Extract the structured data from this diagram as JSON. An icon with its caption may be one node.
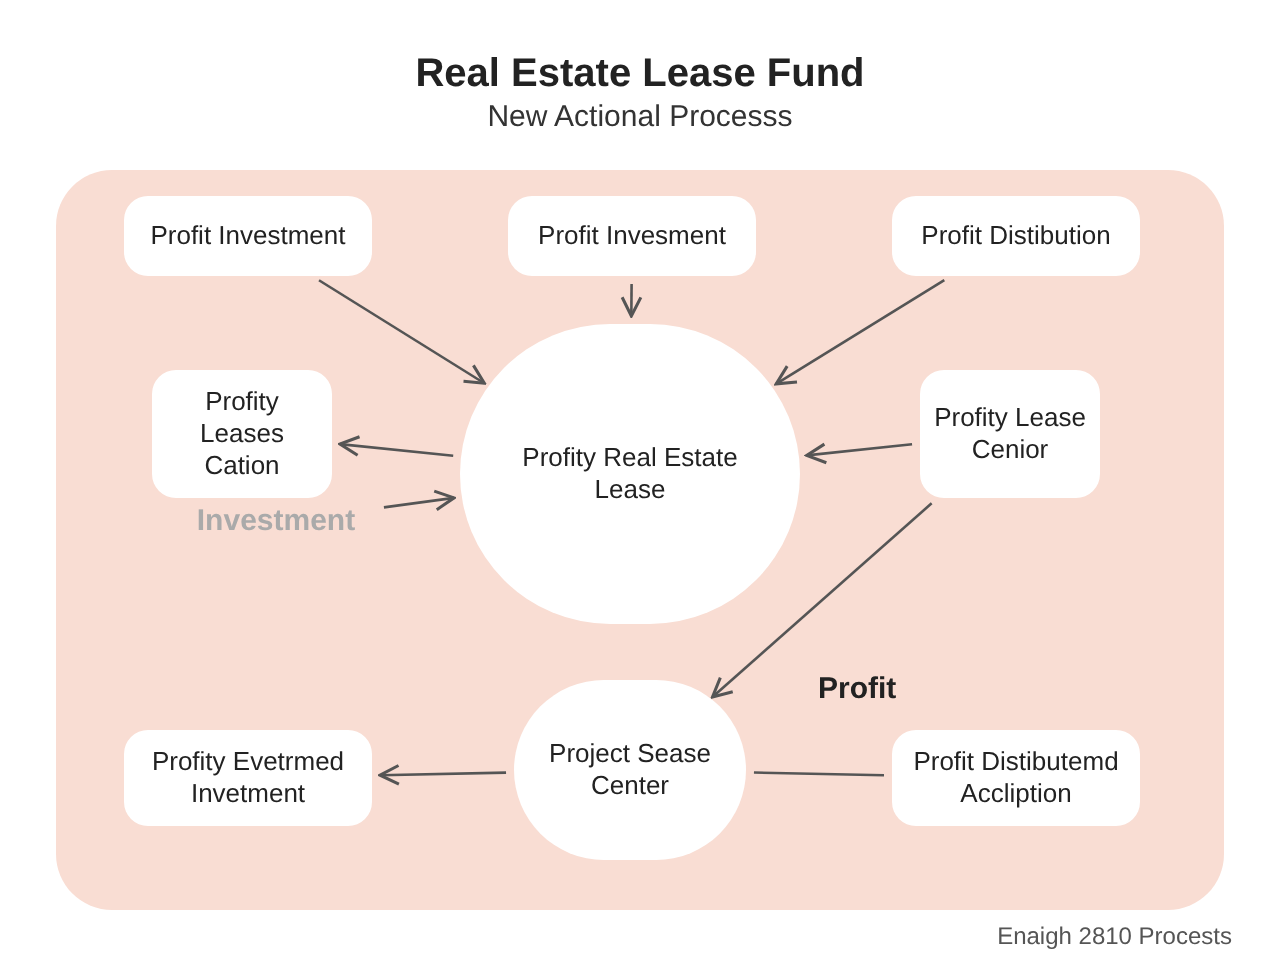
{
  "diagram": {
    "title": "Real Estate Lease Fund",
    "nodes": [
      {
        "text": [],
        "shape": "box"
      },
      {
        "text": [
          "Profit Investment"
        ],
        "in": 0
      },
      {
        "text": [
          "Profit Invesment"
        ],
        "in": 0
      },
      {
        "text": [
          "Profit Distibution"
        ],
        "in": 0
      },
      {
        "text": [
          "Profity Leases Cation"
        ],
        "in": 0
      },
      {
        "text": [
          "Profity Real Estate Lease"
        ],
        "in": 0
      },
      {
        "text": [
          "Profity Lease Cenior"
        ],
        "in": 0
      },
      {
        "text": [
          "Investment"
        ],
        "in": 0
      },
      {
        "text": [
          "Profity Evetrmed Invetment"
        ],
        "in": 0
      },
      {
        "text": [
          "Project Sease Center"
        ],
        "in": 0
      },
      {
        "text": [
          "Profit Distibutemd Accliption"
        ],
        "in": 0
      }
    ],
    "edges": [
      {
        "from": 1,
        "to": 5,
        "arrow": "to"
      },
      {
        "from": 2,
        "to": 5,
        "arrow": "to"
      },
      {
        "from": 3,
        "to": 5,
        "arrow": "to"
      },
      {
        "from": 5,
        "to": 4,
        "arrow": "to"
      },
      {
        "from": 6,
        "to": 5,
        "arrow": "to"
      },
      {
        "from": 7,
        "to": 5,
        "arrow": "to"
      },
      {
        "from": 6,
        "to": 9,
        "arrow": "to",
        "label": "Profit"
      },
      {
        "from": 9,
        "to": 8,
        "arrow": "to"
      },
      {
        "from": 10,
        "to": 9,
        "arrow": "none"
      }
    ],
    "labels": [
      "New Actional Processs",
      "Enaigh 2810 Procests"
    ]
  }
}
